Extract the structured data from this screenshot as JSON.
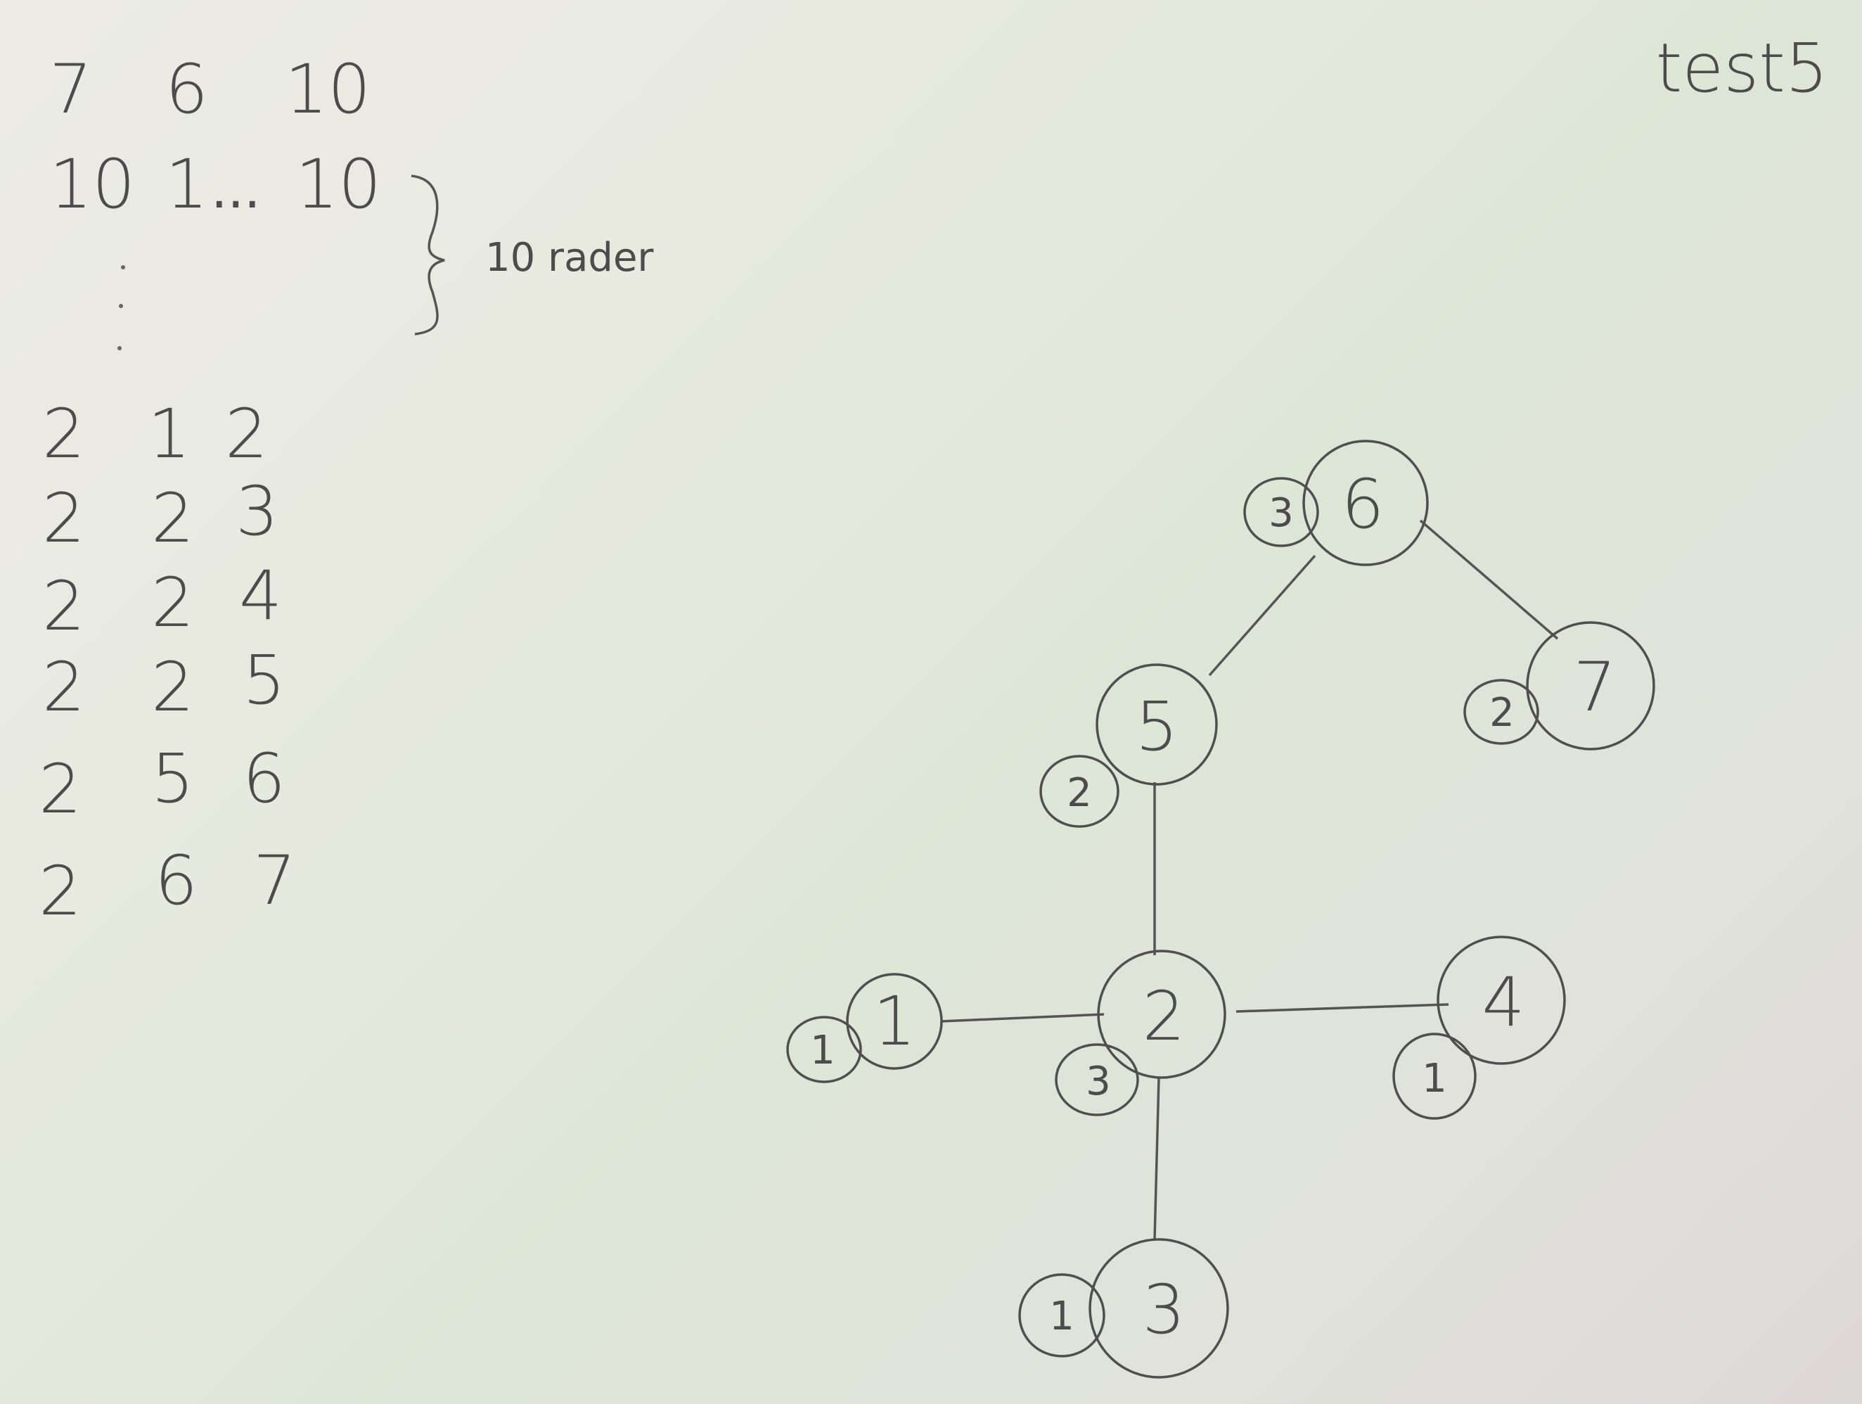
{
  "title": "test5",
  "input": {
    "header": [
      "7",
      "6",
      "10"
    ],
    "matrix_row": [
      "10",
      "1",
      "...",
      "10"
    ],
    "brace_note": "10 rader",
    "edges": [
      [
        "2",
        "1",
        "2"
      ],
      [
        "2",
        "2",
        "3"
      ],
      [
        "2",
        "2",
        "4"
      ],
      [
        "2",
        "2",
        "5"
      ],
      [
        "2",
        "5",
        "6"
      ],
      [
        "2",
        "6",
        "7"
      ]
    ]
  },
  "graph": {
    "nodes": [
      {
        "id": "1",
        "weight": "1"
      },
      {
        "id": "2",
        "weight": "3"
      },
      {
        "id": "3",
        "weight": "1"
      },
      {
        "id": "4",
        "weight": "1"
      },
      {
        "id": "5",
        "weight": "2"
      },
      {
        "id": "6",
        "weight": "3"
      },
      {
        "id": "7",
        "weight": "2"
      }
    ],
    "edges": [
      [
        "1",
        "2"
      ],
      [
        "2",
        "4"
      ],
      [
        "2",
        "3"
      ],
      [
        "2",
        "5"
      ],
      [
        "5",
        "6"
      ],
      [
        "6",
        "7"
      ]
    ]
  }
}
